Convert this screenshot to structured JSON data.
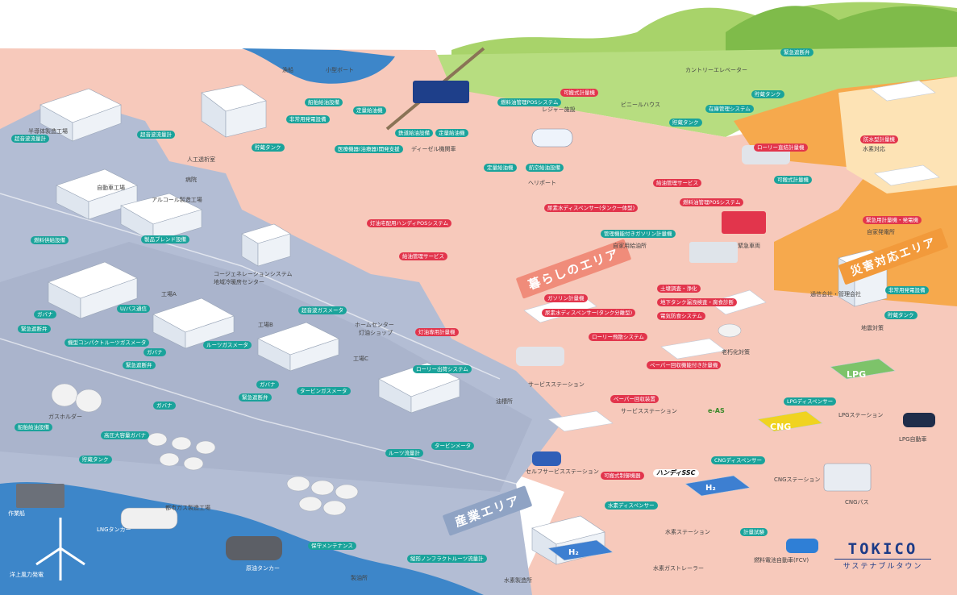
{
  "brand": {
    "name": "TOKICO",
    "tagline": "サステナブルタウン"
  },
  "colors": {
    "teal": "#1aa39b",
    "red": "#e2354c",
    "life": "#f7c8b9",
    "industry": "#b3bdd4",
    "disaster": "#f5a94e",
    "sea": "#3d86c9",
    "green": "#9fd067"
  },
  "zones": {
    "life": "暮らしのエリア",
    "industry": "産業エリア",
    "disaster": "災害対応エリア"
  },
  "tags": [
    {
      "text": "船舶給油設備",
      "color": "teal"
    },
    {
      "text": "小型ボート",
      "color": "plain"
    },
    {
      "text": "定量給油機",
      "color": "teal"
    },
    {
      "text": "燃料油管理POSシステム",
      "color": "teal"
    },
    {
      "text": "可搬式計量機",
      "color": "red"
    },
    {
      "text": "レジャー施設",
      "color": "plain"
    },
    {
      "text": "カントリーエレベーター",
      "color": "plain"
    },
    {
      "text": "緊急遮断弁",
      "color": "teal"
    },
    {
      "text": "貯蔵タンク",
      "color": "teal"
    },
    {
      "text": "ビニールハウス",
      "color": "plain"
    },
    {
      "text": "在庫管理システム",
      "color": "teal"
    },
    {
      "text": "貯蔵タンク",
      "color": "teal"
    },
    {
      "text": "防水型計量機",
      "color": "red"
    },
    {
      "text": "半導体製造工場",
      "color": "plain"
    },
    {
      "text": "超音波流量計",
      "color": "teal"
    },
    {
      "text": "非常用発電設備",
      "color": "teal"
    },
    {
      "text": "貯蔵タンク",
      "color": "teal"
    },
    {
      "text": "鉄道給油設備",
      "color": "teal"
    },
    {
      "text": "定量給油機",
      "color": "teal"
    },
    {
      "text": "ディーゼル機関車",
      "color": "plain"
    },
    {
      "text": "超音波流量計",
      "color": "teal"
    },
    {
      "text": "人工透析室",
      "color": "plain"
    },
    {
      "text": "医療機器(治療器)開発支援",
      "color": "teal"
    },
    {
      "text": "病院",
      "color": "plain"
    },
    {
      "text": "定量給油機",
      "color": "teal"
    },
    {
      "text": "航空給油設備",
      "color": "teal"
    },
    {
      "text": "ヘリポート",
      "color": "plain"
    },
    {
      "text": "ローリー直結計量機",
      "color": "red"
    },
    {
      "text": "水素対応",
      "color": "plain"
    },
    {
      "text": "自動車工場",
      "color": "plain"
    },
    {
      "text": "燃料供給設備",
      "color": "teal"
    },
    {
      "text": "アルコール製造工場",
      "color": "plain"
    },
    {
      "text": "製品ブレンド設備",
      "color": "teal"
    },
    {
      "text": "灯油宅配用ハンディPOSシステム",
      "color": "red"
    },
    {
      "text": "給油管理サービス",
      "color": "red"
    },
    {
      "text": "尿素水ディスペンサー(タンク一体型)",
      "color": "red"
    },
    {
      "text": "燃料油管理POSシステム",
      "color": "red"
    },
    {
      "text": "管理機能付きガソリン計量機",
      "color": "teal"
    },
    {
      "text": "自家用給油所",
      "color": "plain"
    },
    {
      "text": "可搬式計量機",
      "color": "teal"
    },
    {
      "text": "緊急用計量機・発電機",
      "color": "red"
    },
    {
      "text": "自家発電所",
      "color": "plain"
    },
    {
      "text": "緊急車両",
      "color": "plain"
    },
    {
      "text": "コージェネレーションシステム",
      "color": "plain"
    },
    {
      "text": "地域冷暖房センター",
      "color": "plain"
    },
    {
      "text": "給油管理サービス",
      "color": "red"
    },
    {
      "text": "超音波ガスメータ",
      "color": "teal"
    },
    {
      "text": "ホームセンター",
      "color": "plain"
    },
    {
      "text": "灯油ショップ",
      "color": "plain"
    },
    {
      "text": "灯油専用計量機",
      "color": "red"
    },
    {
      "text": "ガバナ",
      "color": "teal"
    },
    {
      "text": "緊急遮断弁",
      "color": "teal"
    },
    {
      "text": "U/バス通信",
      "color": "teal"
    },
    {
      "text": "工場A",
      "color": "plain"
    },
    {
      "text": "ガソリン計量機",
      "color": "red"
    },
    {
      "text": "尿素水ディスペンサー(タンク分離型)",
      "color": "red"
    },
    {
      "text": "ローリー飛散システム",
      "color": "red"
    },
    {
      "text": "サービスステーション",
      "color": "plain"
    },
    {
      "text": "土壌調査・浄化",
      "color": "red"
    },
    {
      "text": "地下タンク漏洩検査・腐食診断",
      "color": "red"
    },
    {
      "text": "電気防食システム",
      "color": "red"
    },
    {
      "text": "老朽化対策",
      "color": "plain"
    },
    {
      "text": "非常用発電設備",
      "color": "teal"
    },
    {
      "text": "貯蔵タンク",
      "color": "teal"
    },
    {
      "text": "通信会社・管理会社",
      "color": "plain"
    },
    {
      "text": "地震対策",
      "color": "plain"
    },
    {
      "text": "機型コンパクトルーツガスメータ",
      "color": "teal"
    },
    {
      "text": "ルーツガスメータ",
      "color": "teal"
    },
    {
      "text": "工場B",
      "color": "plain"
    },
    {
      "text": "ガバナ",
      "color": "teal"
    },
    {
      "text": "緊急遮断弁",
      "color": "teal"
    },
    {
      "text": "工場C",
      "color": "plain"
    },
    {
      "text": "ガバナ",
      "color": "teal"
    },
    {
      "text": "緊急遮断弁",
      "color": "teal"
    },
    {
      "text": "タービンガスメータ",
      "color": "teal"
    },
    {
      "text": "ローリー出荷システム",
      "color": "teal"
    },
    {
      "text": "ペーパー回収機能付き計量機",
      "color": "red"
    },
    {
      "text": "ペーパー回収装置",
      "color": "red"
    },
    {
      "text": "サービスステーション",
      "color": "plain"
    },
    {
      "text": "LPGディスペンサー",
      "color": "teal"
    },
    {
      "text": "LPGステーション",
      "color": "plain"
    },
    {
      "text": "LPG自動車",
      "color": "plain"
    },
    {
      "text": "ガスホルダー",
      "color": "plain"
    },
    {
      "text": "ガバナ",
      "color": "teal"
    },
    {
      "text": "高圧大容量ガバナ",
      "color": "teal"
    },
    {
      "text": "ルーツ流量計",
      "color": "teal"
    },
    {
      "text": "タービンメータ",
      "color": "teal"
    },
    {
      "text": "油槽所",
      "color": "plain"
    },
    {
      "text": "セルフサービスステーション",
      "color": "plain"
    },
    {
      "text": "可搬式制御機器",
      "color": "red"
    },
    {
      "text": "ハンディSSC",
      "color": "brand"
    },
    {
      "text": "CNGディスペンサー",
      "color": "teal"
    },
    {
      "text": "CNGステーション",
      "color": "plain"
    },
    {
      "text": "CNGバス",
      "color": "plain"
    },
    {
      "text": "船舶給油設備",
      "color": "teal"
    },
    {
      "text": "貯蔵タンク",
      "color": "teal"
    },
    {
      "text": "作業船",
      "color": "plain"
    },
    {
      "text": "都市ガス製造工場",
      "color": "plain"
    },
    {
      "text": "LNGタンカー",
      "color": "plain"
    },
    {
      "text": "保守メンテナンス",
      "color": "teal"
    },
    {
      "text": "製油所",
      "color": "plain"
    },
    {
      "text": "縦形ノンフラクトルーツ流量計",
      "color": "teal"
    },
    {
      "text": "水素ディスペンサー",
      "color": "teal"
    },
    {
      "text": "水素ステーション",
      "color": "plain"
    },
    {
      "text": "計量試験",
      "color": "teal"
    },
    {
      "text": "燃料電池自動車(FCV)",
      "color": "plain"
    },
    {
      "text": "洋上風力発電",
      "color": "plain"
    },
    {
      "text": "原油タンカー",
      "color": "plain"
    },
    {
      "text": "水素製造所",
      "color": "plain"
    },
    {
      "text": "水素ガストレーラー",
      "color": "plain"
    },
    {
      "text": "漁船",
      "color": "plain"
    },
    {
      "text": "LPG",
      "color": "plain"
    },
    {
      "text": "CNG",
      "color": "plain"
    },
    {
      "text": "H₂",
      "color": "plain"
    },
    {
      "text": "H₂",
      "color": "plain"
    },
    {
      "text": "e-AS",
      "color": "plain"
    }
  ]
}
